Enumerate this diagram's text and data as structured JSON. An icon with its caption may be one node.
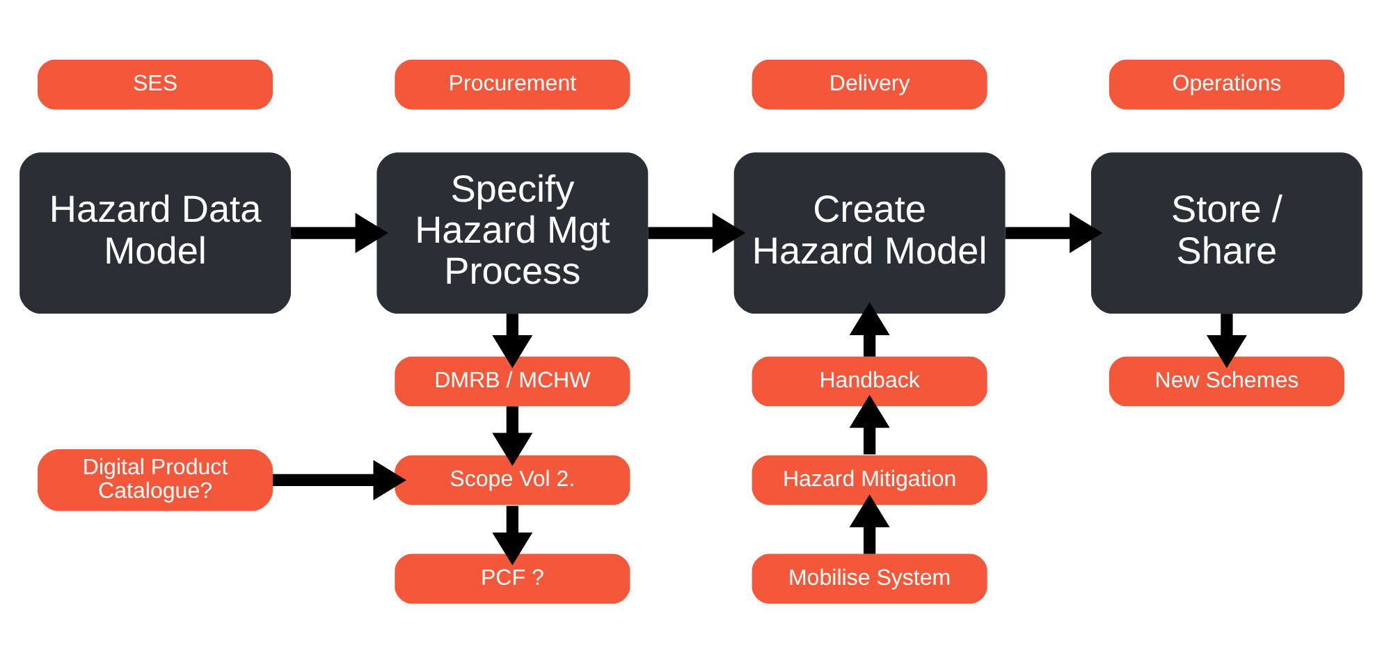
{
  "diagram": {
    "nodes": [
      {
        "text": [
          "SES"
        ]
      },
      {
        "text": [
          "Procurement"
        ]
      },
      {
        "text": [
          "Delivery"
        ]
      },
      {
        "text": [
          "Operations"
        ]
      },
      {
        "text": [
          "Hazard Data Model"
        ]
      },
      {
        "text": [
          "Specify Hazard Mgt Process"
        ]
      },
      {
        "text": [
          "Create Hazard Model"
        ]
      },
      {
        "text": [
          "Store / Share"
        ]
      },
      {
        "text": [
          "DMRB / MCHW"
        ]
      },
      {
        "text": [
          "Handback"
        ]
      },
      {
        "text": [
          "New Schemes"
        ]
      },
      {
        "text": [
          "Digital Product Catalogue?"
        ]
      },
      {
        "text": [
          "Scope Vol 2."
        ]
      },
      {
        "text": [
          "Hazard Mitigation"
        ]
      },
      {
        "text": [
          "PCF ?"
        ]
      },
      {
        "text": [
          "Mobilise System"
        ]
      }
    ],
    "edges": [
      {
        "from": 4,
        "to": 5,
        "arrow": "to"
      },
      {
        "from": 5,
        "to": 6,
        "arrow": "to"
      },
      {
        "from": 6,
        "to": 7,
        "arrow": "to"
      },
      {
        "from": 5,
        "to": 8,
        "arrow": "to"
      },
      {
        "from": 7,
        "to": 10,
        "arrow": "to"
      },
      {
        "from": 9,
        "to": 6,
        "arrow": "to"
      },
      {
        "from": 8,
        "to": 12,
        "arrow": "to"
      },
      {
        "from": 11,
        "to": 12,
        "arrow": "to"
      },
      {
        "from": 13,
        "to": 9,
        "arrow": "to"
      },
      {
        "from": 12,
        "to": 14,
        "arrow": "to"
      },
      {
        "from": 15,
        "to": 13,
        "arrow": "to"
      }
    ]
  }
}
